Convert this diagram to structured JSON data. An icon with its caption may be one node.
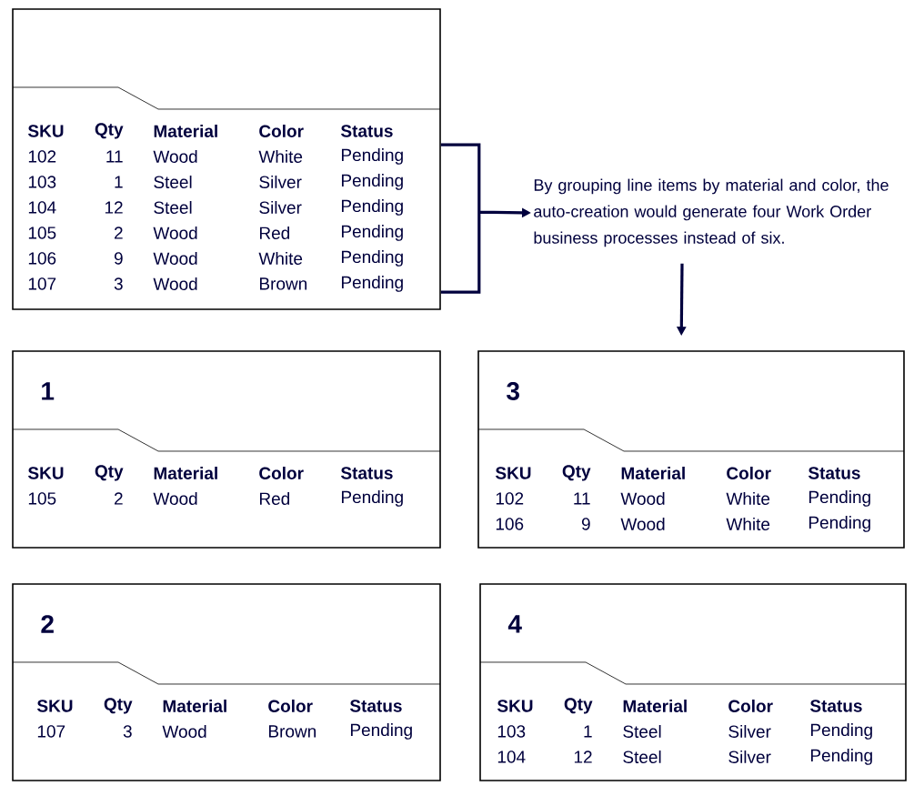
{
  "diagram": {
    "nodes": [
      {
        "text": [
          "SKU",
          "Qty",
          "Material",
          "Color",
          "Status",
          "102",
          "11",
          "Wood",
          "White",
          "Pending",
          "103",
          "1",
          "Steel",
          "Silver",
          "Pending",
          "104",
          "12",
          "Steel",
          "Silver",
          "Pending",
          "105",
          "2",
          "Wood",
          "Red",
          "Pending",
          "106",
          "9",
          "Wood",
          "White",
          "Pending",
          "107",
          "3",
          "Wood",
          "Brown",
          "Pending"
        ]
      },
      {
        "text": [
          "By grouping line items by material and color, the auto-creation would generate four Work Order business processes instead of six."
        ]
      },
      {
        "text": [
          "1",
          "SKU",
          "Qty",
          "Material",
          "Color",
          "Status",
          "105",
          "2",
          "Wood",
          "Red",
          "Pending"
        ]
      },
      {
        "text": [
          "3",
          "SKU",
          "Qty",
          "Material",
          "Color",
          "Status",
          "102",
          "11",
          "Wood",
          "White",
          "Pending",
          "106",
          "9",
          "Wood",
          "White",
          "Pending"
        ]
      },
      {
        "text": [
          "2",
          "SKU",
          "Qty",
          "Material",
          "Color",
          "Status",
          "107",
          "3",
          "Wood",
          "Brown",
          "Pending"
        ]
      },
      {
        "text": [
          "4",
          "SKU",
          "Qty",
          "Material",
          "Color",
          "Status",
          "103",
          "1",
          "Steel",
          "Silver",
          "Pending",
          "104",
          "12",
          "Steel",
          "Silver",
          "Pending"
        ]
      }
    ],
    "edges": [
      {
        "from": 0,
        "to": 1,
        "arrow": "to"
      },
      {
        "from": 1,
        "to": 3,
        "arrow": "to"
      }
    ]
  }
}
